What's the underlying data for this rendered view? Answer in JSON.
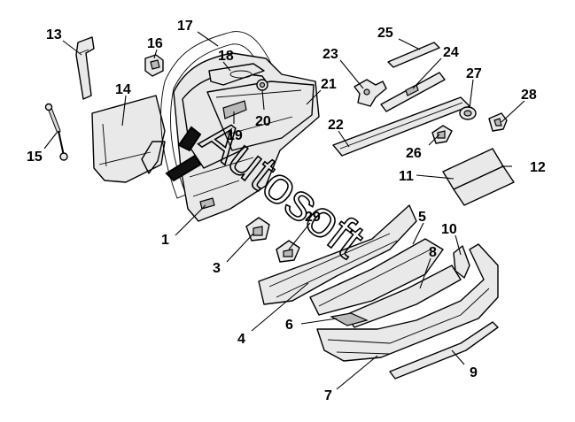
{
  "watermark": {
    "text": "Autosoft"
  },
  "callouts": [
    {
      "id": "13",
      "label": "13"
    },
    {
      "id": "16",
      "label": "16"
    },
    {
      "id": "17",
      "label": "17"
    },
    {
      "id": "18",
      "label": "18"
    },
    {
      "id": "14",
      "label": "14"
    },
    {
      "id": "15",
      "label": "15"
    },
    {
      "id": "19",
      "label": "19"
    },
    {
      "id": "20",
      "label": "20"
    },
    {
      "id": "21",
      "label": "21"
    },
    {
      "id": "22",
      "label": "22"
    },
    {
      "id": "23",
      "label": "23"
    },
    {
      "id": "24",
      "label": "24"
    },
    {
      "id": "25",
      "label": "25"
    },
    {
      "id": "26",
      "label": "26"
    },
    {
      "id": "27",
      "label": "27"
    },
    {
      "id": "28",
      "label": "28"
    },
    {
      "id": "11",
      "label": "11"
    },
    {
      "id": "12",
      "label": "12"
    },
    {
      "id": "1",
      "label": "1"
    },
    {
      "id": "29",
      "label": "29"
    },
    {
      "id": "3",
      "label": "3"
    },
    {
      "id": "5",
      "label": "5"
    },
    {
      "id": "10",
      "label": "10"
    },
    {
      "id": "8",
      "label": "8"
    },
    {
      "id": "4",
      "label": "4"
    },
    {
      "id": "6",
      "label": "6"
    },
    {
      "id": "9",
      "label": "9"
    },
    {
      "id": "7",
      "label": "7"
    }
  ]
}
